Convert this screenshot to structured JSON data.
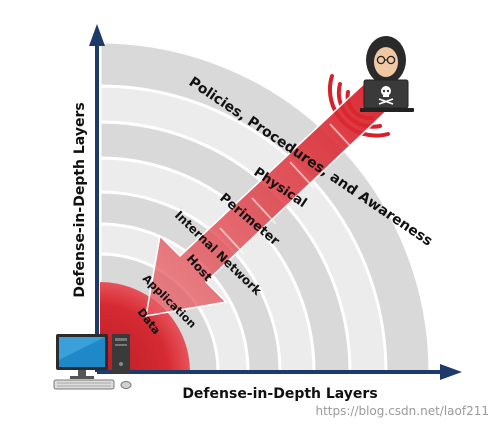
{
  "diagram": {
    "layers": [
      "Policies, Procedures, and Awareness",
      "Physical",
      "Perimeter",
      "Internal Network",
      "Host",
      "Application",
      "Data"
    ],
    "x_axis_label": "Defense-in-Depth Layers",
    "y_axis_label": "Defense-in-Depth Layers"
  },
  "watermark": "https://blog.csdn.net/laof211",
  "colors": {
    "accent": "#d0202a",
    "arrow": "#1d3a6b",
    "ring_dark": "#d9d9d9",
    "ring_light": "#ececec"
  },
  "icons": {
    "attacker": "hacker-icon",
    "target": "computer-icon"
  }
}
